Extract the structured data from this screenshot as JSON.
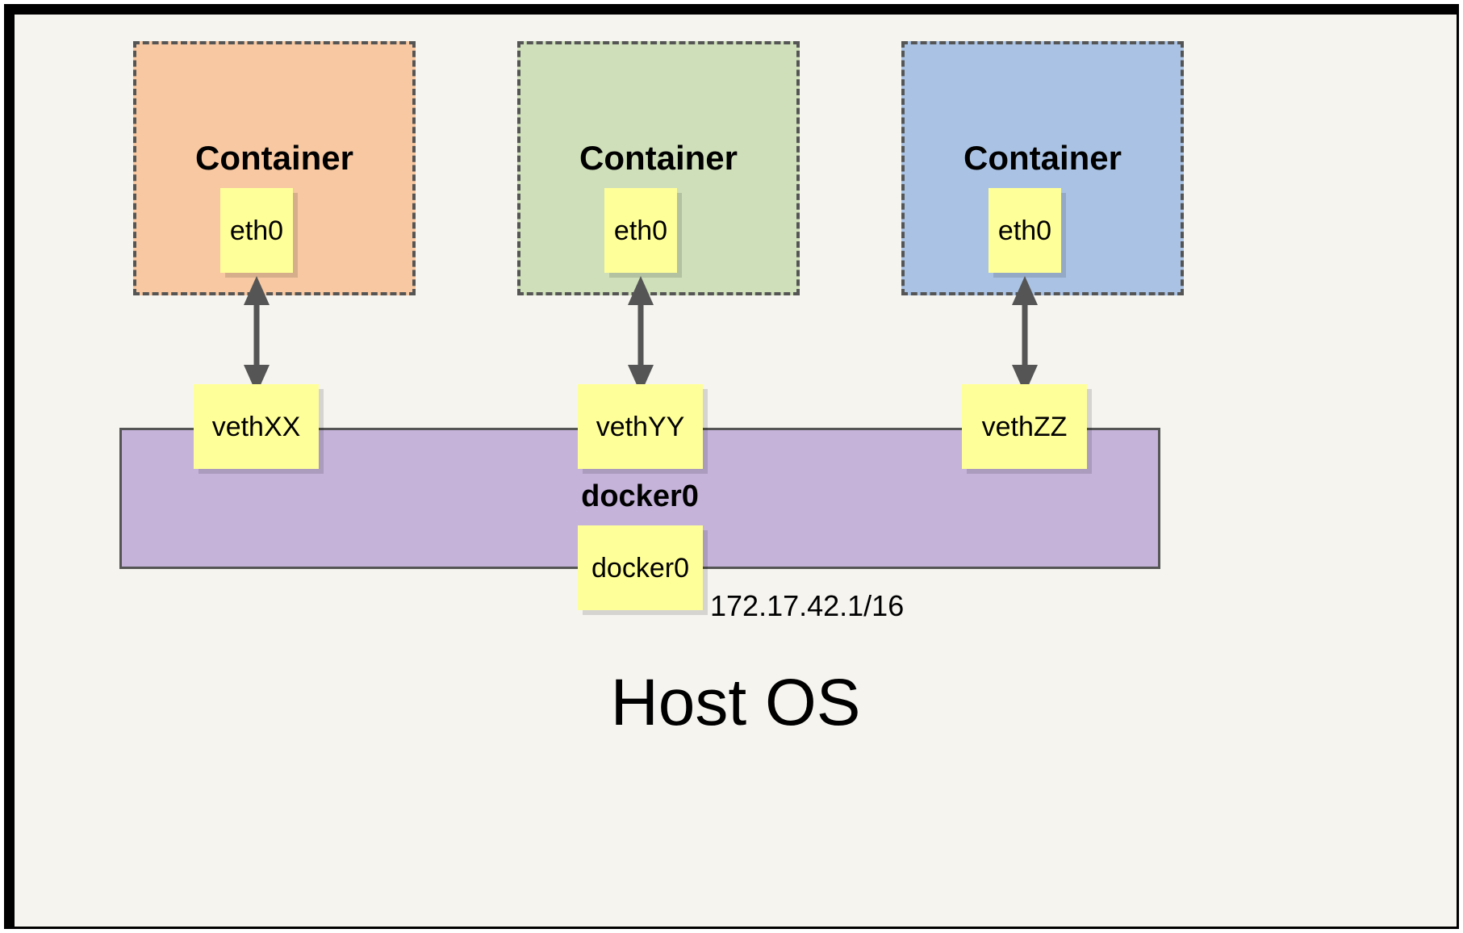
{
  "diagram": {
    "title_text": "Host OS",
    "bridge": {
      "name": "docker0",
      "interface_label": "docker0",
      "ip_cidr": "172.17.42.1/16",
      "color": "#c5b3d9"
    },
    "containers": [
      {
        "label": "Container",
        "interface": "eth0",
        "veth": "vethXX",
        "color": "#f7c8a1"
      },
      {
        "label": "Container",
        "interface": "eth0",
        "veth": "vethYY",
        "color": "#cedfb9"
      },
      {
        "label": "Container",
        "interface": "eth0",
        "veth": "vethZZ",
        "color": "#aac3e4"
      }
    ],
    "colors": {
      "canvas": "#f5f4ef",
      "frame": "#000000",
      "note": "#ffff99",
      "stroke": "#555555"
    }
  }
}
